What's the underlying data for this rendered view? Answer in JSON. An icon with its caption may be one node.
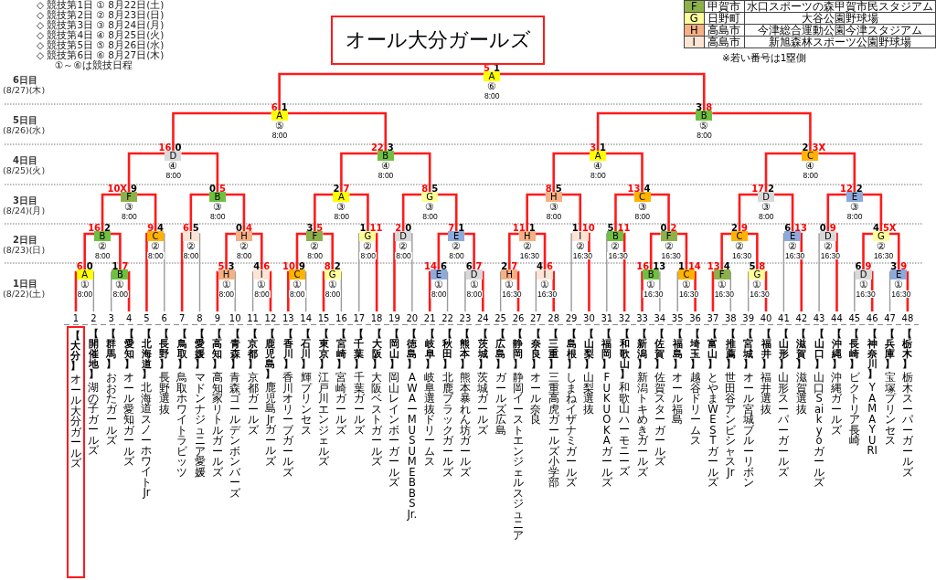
{
  "diagram": {
    "title": "オール大分ガールズ",
    "nodes": [
      {
        "text": [
          "A",
          "⑥",
          "8:00"
        ]
      },
      {
        "text": [
          "A",
          "⑤",
          "8:00"
        ]
      },
      {
        "text": [
          "B",
          "⑤",
          "8:00"
        ]
      },
      {
        "text": [
          "D",
          "④",
          "8:00"
        ]
      },
      {
        "text": [
          "B",
          "④",
          "8:00"
        ]
      },
      {
        "text": [
          "A",
          "④",
          "8:00"
        ]
      },
      {
        "text": [
          "C",
          "④",
          "8:00"
        ]
      },
      {
        "text": [
          "F",
          "③",
          "8:00"
        ]
      },
      {
        "text": [
          "B",
          "③",
          "8:00"
        ]
      },
      {
        "text": [
          "A",
          "③",
          "8:00"
        ]
      },
      {
        "text": [
          "G",
          "③",
          "8:00"
        ]
      },
      {
        "text": [
          "H",
          "③",
          "8:00"
        ]
      },
      {
        "text": [
          "C",
          "③",
          "8:00"
        ]
      },
      {
        "text": [
          "D",
          "③",
          "8:00"
        ]
      },
      {
        "text": [
          "E",
          "③",
          "8:00"
        ]
      },
      {
        "text": [
          "B",
          "②",
          "8:00"
        ]
      },
      {
        "text": [
          "C",
          "②",
          "8:00"
        ]
      },
      {
        "text": [
          "I",
          "②",
          "8:00"
        ]
      },
      {
        "text": [
          "H",
          "②",
          "8:00"
        ]
      },
      {
        "text": [
          "F",
          "②",
          "8:00"
        ]
      },
      {
        "text": [
          "G",
          "②",
          "8:00"
        ]
      },
      {
        "text": [
          "D",
          "②",
          "8:00"
        ]
      },
      {
        "text": [
          "E",
          "②",
          "8:00"
        ]
      },
      {
        "text": [
          "H",
          "②",
          "16:30"
        ]
      },
      {
        "text": [
          "I",
          "②",
          "16:30"
        ]
      },
      {
        "text": [
          "B",
          "②",
          "16:30"
        ]
      },
      {
        "text": [
          "F",
          "②",
          "16:30"
        ]
      },
      {
        "text": [
          "C",
          "②",
          "16:30"
        ]
      },
      {
        "text": [
          "E",
          "②",
          "16:30"
        ]
      },
      {
        "text": [
          "D",
          "②",
          "16:30"
        ]
      },
      {
        "text": [
          "G",
          "②",
          "16:30"
        ]
      },
      {
        "text": [
          "A",
          "①",
          "8:00"
        ]
      },
      {
        "text": [
          "B",
          "①",
          "8:00"
        ]
      },
      {
        "text": [
          "H",
          "①",
          "8:00"
        ]
      },
      {
        "text": [
          "I",
          "①",
          "8:00"
        ]
      },
      {
        "text": [
          "C",
          "①",
          "8:00"
        ]
      },
      {
        "text": [
          "G",
          "①",
          "8:00"
        ]
      },
      {
        "text": [
          "E",
          "①",
          "8:00"
        ]
      },
      {
        "text": [
          "D",
          "①",
          "8:00"
        ]
      },
      {
        "text": [
          "H",
          "①",
          "16:30"
        ]
      },
      {
        "text": [
          "I",
          "①",
          "16:30"
        ]
      },
      {
        "text": [
          "B",
          "①",
          "16:30"
        ]
      },
      {
        "text": [
          "C",
          "①",
          "16:30"
        ]
      },
      {
        "text": [
          "F",
          "①",
          "16:30"
        ]
      },
      {
        "text": [
          "G",
          "①",
          "16:30"
        ]
      },
      {
        "text": [
          "D",
          "①",
          "16:30"
        ]
      },
      {
        "text": [
          "E",
          "①",
          "16:30"
        ]
      },
      {
        "text": [
          "【大分】",
          "オール大分ガールズ"
        ],
        "beside": [
          "1"
        ]
      },
      {
        "text": [
          "【開催地】",
          "湖の子ガールズ"
        ],
        "beside": [
          "2"
        ]
      },
      {
        "text": [
          "【群馬】",
          "おおたガールズ"
        ],
        "beside": [
          "3"
        ]
      },
      {
        "text": [
          "【愛知】",
          "オール愛知ガールズ"
        ],
        "beside": [
          "4"
        ]
      },
      {
        "text": [
          "【北海道】",
          "北海道スノーホワイトJr"
        ],
        "beside": [
          "5"
        ]
      },
      {
        "text": [
          "【長野】",
          "長野選抜"
        ],
        "beside": [
          "6"
        ]
      },
      {
        "text": [
          "【鳥取】",
          "鳥取ホワイトラビッツ"
        ],
        "beside": [
          "7"
        ]
      },
      {
        "text": [
          "【愛媛】",
          "マドンナジュニア愛媛"
        ],
        "beside": [
          "8"
        ]
      },
      {
        "text": [
          "【高知】",
          "高知家リトルガールズ"
        ],
        "beside": [
          "9"
        ]
      },
      {
        "text": [
          "【青森】",
          "青森ゴールデンボンバーズ"
        ],
        "beside": [
          "10"
        ]
      },
      {
        "text": [
          "【京都】",
          "京都ガールズ"
        ],
        "beside": [
          "11"
        ]
      },
      {
        "text": [
          "【鹿児島】",
          "鹿児島Jrガールズ"
        ],
        "beside": [
          "12"
        ]
      },
      {
        "text": [
          "【香川】",
          "香川オリーブガールズ"
        ],
        "beside": [
          "13"
        ]
      },
      {
        "text": [
          "【石川】",
          "輝プリンセス"
        ],
        "beside": [
          "14"
        ]
      },
      {
        "text": [
          "【東京】",
          "江戸川エンジェルズ"
        ],
        "beside": [
          "15"
        ]
      },
      {
        "text": [
          "【宮崎】",
          "宮崎ガールズ"
        ],
        "beside": [
          "16"
        ]
      },
      {
        "text": [
          "【千葉】",
          "千葉ガールズ"
        ],
        "beside": [
          "17"
        ]
      },
      {
        "text": [
          "【大阪】",
          "大阪ベストガールズ"
        ],
        "beside": [
          "18"
        ]
      },
      {
        "text": [
          "【岡山】",
          "岡山レインボーガールズ"
        ],
        "beside": [
          "19"
        ]
      },
      {
        "text": [
          "【徳島】",
          "AWAーMUSUME BBS Jr."
        ],
        "beside": [
          "20"
        ]
      },
      {
        "text": [
          "【岐阜】",
          "岐阜選抜ドリームス"
        ],
        "beside": [
          "21"
        ]
      },
      {
        "text": [
          "【秋田】",
          "北鹿ブラックガールズ"
        ],
        "beside": [
          "22"
        ]
      },
      {
        "text": [
          "【熊本】",
          "熊本暴れん坊ガールズ"
        ],
        "beside": [
          "23"
        ]
      },
      {
        "text": [
          "【茨城】",
          "茨城ガールズ"
        ],
        "beside": [
          "24"
        ]
      },
      {
        "text": [
          "【広島】",
          "ガールズ広島"
        ],
        "beside": [
          "25"
        ]
      },
      {
        "text": [
          "【静岡】",
          "静岡イーストエンジェルスジュニア"
        ],
        "beside": [
          "26"
        ]
      },
      {
        "text": [
          "【奈良】",
          "オール奈良"
        ],
        "beside": [
          "27"
        ]
      },
      {
        "text": [
          "【三重】",
          "三重高虎ガールズ小学部"
        ],
        "beside": [
          "28"
        ]
      },
      {
        "text": [
          "【島根】",
          "しまねイザナミガールズ"
        ],
        "beside": [
          "29"
        ]
      },
      {
        "text": [
          "【山梨】",
          "山梨選抜"
        ],
        "beside": [
          "30"
        ]
      },
      {
        "text": [
          "【福岡】",
          "FUKUOKAガールズ"
        ],
        "beside": [
          "31"
        ]
      },
      {
        "text": [
          "【和歌山】",
          "和歌山ハーモニーズ"
        ],
        "beside": [
          "32"
        ]
      },
      {
        "text": [
          "【新潟】",
          "新潟トキめきガールズ"
        ],
        "beside": [
          "33"
        ]
      },
      {
        "text": [
          "【佐賀】",
          "佐賀スターガールズ"
        ],
        "beside": [
          "34"
        ]
      },
      {
        "text": [
          "【福島】",
          "オール福島"
        ],
        "beside": [
          "35"
        ]
      },
      {
        "text": [
          "【埼玉】",
          "越谷ドリームス"
        ],
        "beside": [
          "36"
        ]
      },
      {
        "text": [
          "【富山】",
          "とやまWESTガールズ"
        ],
        "beside": [
          "37"
        ]
      },
      {
        "text": [
          "【推薦】",
          "世田谷アンビシャスJr"
        ],
        "beside": [
          "38"
        ]
      },
      {
        "text": [
          "【宮城】",
          "オール宮城ブルーリボン"
        ],
        "beside": [
          "39"
        ]
      },
      {
        "text": [
          "【福井】",
          "福井選抜"
        ],
        "beside": [
          "40"
        ]
      },
      {
        "text": [
          "【山形】",
          "山形スーパーガールズ"
        ],
        "beside": [
          "41"
        ]
      },
      {
        "text": [
          "【滋賀】",
          "滋賀選抜"
        ],
        "beside": [
          "42"
        ]
      },
      {
        "text": [
          "【山口】",
          "山口Saikyoガールズ"
        ],
        "beside": [
          "43"
        ]
      },
      {
        "text": [
          "【沖縄】",
          "沖縄ガールズ"
        ],
        "beside": [
          "44"
        ]
      },
      {
        "text": [
          "【長崎】",
          "ビクトリア長崎"
        ],
        "beside": [
          "45"
        ]
      },
      {
        "text": [
          "【神奈川】",
          "YAMAYURI"
        ],
        "beside": [
          "46"
        ]
      },
      {
        "text": [
          "【兵庫】",
          "宝塚プリンセス"
        ],
        "beside": [
          "47"
        ]
      },
      {
        "text": [
          "【栃木】",
          "栃木スーパーガールズ"
        ],
        "beside": [
          "48"
        ]
      }
    ],
    "edges": [
      {
        "from": 1,
        "to": 0,
        "arrow": "none",
        "label": "5"
      },
      {
        "from": 2,
        "to": 0,
        "arrow": "none",
        "label": "1"
      },
      {
        "from": 3,
        "to": 1,
        "arrow": "none",
        "label": "6"
      },
      {
        "from": 4,
        "to": 1,
        "arrow": "none",
        "label": "1"
      },
      {
        "from": 5,
        "to": 2,
        "arrow": "none",
        "label": "3"
      },
      {
        "from": 6,
        "to": 2,
        "arrow": "none",
        "label": "8"
      },
      {
        "from": 7,
        "to": 3,
        "arrow": "none",
        "label": "16"
      },
      {
        "from": 8,
        "to": 3,
        "arrow": "none",
        "label": "0"
      },
      {
        "from": 9,
        "to": 4,
        "arrow": "none",
        "label": "22"
      },
      {
        "from": 10,
        "to": 4,
        "arrow": "none",
        "label": "3"
      },
      {
        "from": 11,
        "to": 5,
        "arrow": "none",
        "label": "3"
      },
      {
        "from": 12,
        "to": 5,
        "arrow": "none",
        "label": "1"
      },
      {
        "from": 13,
        "to": 6,
        "arrow": "none",
        "label": "2"
      },
      {
        "from": 14,
        "to": 6,
        "arrow": "none",
        "label": "3X"
      },
      {
        "from": 15,
        "to": 7,
        "arrow": "none",
        "label": "10X"
      },
      {
        "from": 16,
        "to": 7,
        "arrow": "none",
        "label": "9"
      },
      {
        "from": 17,
        "to": 8,
        "arrow": "none",
        "label": "0"
      },
      {
        "from": 18,
        "to": 8,
        "arrow": "none",
        "label": "5"
      },
      {
        "from": 19,
        "to": 9,
        "arrow": "none",
        "label": "2"
      },
      {
        "from": 20,
        "to": 9,
        "arrow": "none",
        "label": "7"
      },
      {
        "from": 21,
        "to": 10,
        "arrow": "none",
        "label": "8"
      },
      {
        "from": 22,
        "to": 10,
        "arrow": "none",
        "label": "5"
      },
      {
        "from": 23,
        "to": 11,
        "arrow": "none",
        "label": "8"
      },
      {
        "from": 24,
        "to": 11,
        "arrow": "none",
        "label": "5"
      },
      {
        "from": 25,
        "to": 12,
        "arrow": "none",
        "label": "13"
      },
      {
        "from": 26,
        "to": 12,
        "arrow": "none",
        "label": "4"
      },
      {
        "from": 27,
        "to": 13,
        "arrow": "none",
        "label": "17"
      },
      {
        "from": 28,
        "to": 13,
        "arrow": "none",
        "label": "2"
      },
      {
        "from": 29,
        "to": 14,
        "arrow": "none",
        "label": "12"
      },
      {
        "from": 30,
        "to": 14,
        "arrow": "none",
        "label": "2"
      },
      {
        "from": 31,
        "to": 15,
        "arrow": "none",
        "label": "16"
      },
      {
        "from": 32,
        "to": 15,
        "arrow": "none",
        "label": "2"
      },
      {
        "from": 51,
        "to": 16,
        "arrow": "none",
        "label": "9"
      },
      {
        "from": 52,
        "to": 16,
        "arrow": "none",
        "label": "4",
        "color": "#9a9a9a"
      },
      {
        "from": 53,
        "to": 17,
        "arrow": "none",
        "label": "6"
      },
      {
        "from": 54,
        "to": 17,
        "arrow": "none",
        "label": "5",
        "color": "#9a9a9a"
      },
      {
        "from": 33,
        "to": 18,
        "arrow": "none",
        "label": "0"
      },
      {
        "from": 34,
        "to": 18,
        "arrow": "none",
        "label": "4"
      },
      {
        "from": 35,
        "to": 19,
        "arrow": "none",
        "label": "3"
      },
      {
        "from": 36,
        "to": 19,
        "arrow": "none",
        "label": "5"
      },
      {
        "from": 63,
        "to": 20,
        "arrow": "none",
        "label": "1",
        "color": "#9a9a9a"
      },
      {
        "from": 64,
        "to": 20,
        "arrow": "none",
        "label": "11"
      },
      {
        "from": 65,
        "to": 21,
        "arrow": "none",
        "label": "2"
      },
      {
        "from": 66,
        "to": 21,
        "arrow": "none",
        "label": "0",
        "color": "#9a9a9a"
      },
      {
        "from": 37,
        "to": 22,
        "arrow": "none",
        "label": "7"
      },
      {
        "from": 38,
        "to": 22,
        "arrow": "none",
        "label": "1"
      },
      {
        "from": 39,
        "to": 23,
        "arrow": "none",
        "label": "11"
      },
      {
        "from": 40,
        "to": 23,
        "arrow": "none",
        "label": "1"
      },
      {
        "from": 75,
        "to": 24,
        "arrow": "none",
        "label": "1",
        "color": "#9a9a9a"
      },
      {
        "from": 76,
        "to": 24,
        "arrow": "none",
        "label": "10"
      },
      {
        "from": 77,
        "to": 25,
        "arrow": "none",
        "label": "5",
        "color": "#9a9a9a"
      },
      {
        "from": 78,
        "to": 25,
        "arrow": "none",
        "label": "11"
      },
      {
        "from": 41,
        "to": 26,
        "arrow": "none",
        "label": "0"
      },
      {
        "from": 42,
        "to": 26,
        "arrow": "none",
        "label": "2"
      },
      {
        "from": 43,
        "to": 27,
        "arrow": "none",
        "label": "2"
      },
      {
        "from": 44,
        "to": 27,
        "arrow": "none",
        "label": "9"
      },
      {
        "from": 87,
        "to": 28,
        "arrow": "none",
        "label": "6",
        "color": "#9a9a9a"
      },
      {
        "from": 88,
        "to": 28,
        "arrow": "none",
        "label": "13"
      },
      {
        "from": 89,
        "to": 29,
        "arrow": "none",
        "label": "0",
        "color": "#9a9a9a"
      },
      {
        "from": 90,
        "to": 29,
        "arrow": "none",
        "label": "9"
      },
      {
        "from": 45,
        "to": 30,
        "arrow": "none",
        "label": "4"
      },
      {
        "from": 46,
        "to": 30,
        "arrow": "none",
        "label": "5X"
      },
      {
        "from": 47,
        "to": 31,
        "arrow": "none",
        "label": "6"
      },
      {
        "from": 48,
        "to": 31,
        "arrow": "none",
        "label": "0",
        "color": "#9a9a9a"
      },
      {
        "from": 49,
        "to": 32,
        "arrow": "none",
        "label": "1",
        "color": "#9a9a9a"
      },
      {
        "from": 50,
        "to": 32,
        "arrow": "none",
        "label": "7"
      },
      {
        "from": 55,
        "to": 33,
        "arrow": "none",
        "label": "5"
      },
      {
        "from": 56,
        "to": 33,
        "arrow": "none",
        "label": "3",
        "color": "#9a9a9a"
      },
      {
        "from": 57,
        "to": 34,
        "arrow": "none",
        "label": "4",
        "color": "#9a9a9a"
      },
      {
        "from": 58,
        "to": 34,
        "arrow": "none",
        "label": "6"
      },
      {
        "from": 59,
        "to": 35,
        "arrow": "none",
        "label": "10"
      },
      {
        "from": 60,
        "to": 35,
        "arrow": "none",
        "label": "9",
        "color": "#9a9a9a"
      },
      {
        "from": 61,
        "to": 36,
        "arrow": "none",
        "label": "8"
      },
      {
        "from": 62,
        "to": 36,
        "arrow": "none",
        "label": "2",
        "color": "#9a9a9a"
      },
      {
        "from": 67,
        "to": 37,
        "arrow": "none",
        "label": "14"
      },
      {
        "from": 68,
        "to": 37,
        "arrow": "none",
        "label": "6",
        "color": "#9a9a9a"
      },
      {
        "from": 69,
        "to": 38,
        "arrow": "none",
        "label": "6",
        "color": "#9a9a9a"
      },
      {
        "from": 70,
        "to": 38,
        "arrow": "none",
        "label": "7"
      },
      {
        "from": 71,
        "to": 39,
        "arrow": "none",
        "label": "2",
        "color": "#9a9a9a"
      },
      {
        "from": 72,
        "to": 39,
        "arrow": "none",
        "label": "7"
      },
      {
        "from": 73,
        "to": 40,
        "arrow": "none",
        "label": "4",
        "color": "#9a9a9a"
      },
      {
        "from": 74,
        "to": 40,
        "arrow": "none",
        "label": "6"
      },
      {
        "from": 79,
        "to": 41,
        "arrow": "none",
        "label": "16"
      },
      {
        "from": 80,
        "to": 41,
        "arrow": "none",
        "label": "13",
        "color": "#9a9a9a"
      },
      {
        "from": 81,
        "to": 42,
        "arrow": "none",
        "label": "1",
        "color": "#9a9a9a"
      },
      {
        "from": 82,
        "to": 42,
        "arrow": "none",
        "label": "14"
      },
      {
        "from": 83,
        "to": 43,
        "arrow": "none",
        "label": "13"
      },
      {
        "from": 84,
        "to": 43,
        "arrow": "none",
        "label": "4",
        "color": "#9a9a9a"
      },
      {
        "from": 85,
        "to": 44,
        "arrow": "none",
        "label": "5",
        "color": "#9a9a9a"
      },
      {
        "from": 86,
        "to": 44,
        "arrow": "none",
        "label": "8"
      },
      {
        "from": 91,
        "to": 45,
        "arrow": "none",
        "label": "6",
        "color": "#9a9a9a"
      },
      {
        "from": 92,
        "to": 45,
        "arrow": "none",
        "label": "9"
      },
      {
        "from": 93,
        "to": 46,
        "arrow": "none",
        "label": "3",
        "color": "#9a9a9a"
      },
      {
        "from": 94,
        "to": 46,
        "arrow": "none",
        "label": "9"
      }
    ],
    "labels": [
      "◇ 競技第1日 ① 8月22日(土)",
      "◇ 競技第2日 ② 8月23日(日)",
      "◇ 競技第3日 ③ 8月24日(月)",
      "◇ 競技第4日 ④ 8月25日(火)",
      "◇ 競技第5日 ⑤ 8月26日(水)",
      "◇ 競技第6日 ⑥ 8月27日(木)",
      "①～⑥は競技日程",
      "甲賀市",
      "水口スポーツの森甲賀市民スタジアム",
      "日野町",
      "大谷公園野球場",
      "高島市",
      "今津総合運動公園今津スタジアム",
      "高島市",
      "新旭森林スポーツ公園野球場",
      "※若い番号は1塁側",
      "6日目",
      "(8/27)(木)",
      "5日目",
      "(8/26)(水)",
      "4日目",
      "(8/25)(火)",
      "3日目",
      "(8/24)(月)",
      "2日目",
      "(8/23)(日)",
      "1日目",
      "(8/22)(土)"
    ],
    "legend": [
      {
        "text": "F",
        "color": "#8db04a"
      },
      {
        "text": "G",
        "color": "#ffff99"
      },
      {
        "text": "H",
        "color": "#f6b083"
      },
      {
        "text": "I",
        "color": "#fde4d4"
      }
    ]
  }
}
